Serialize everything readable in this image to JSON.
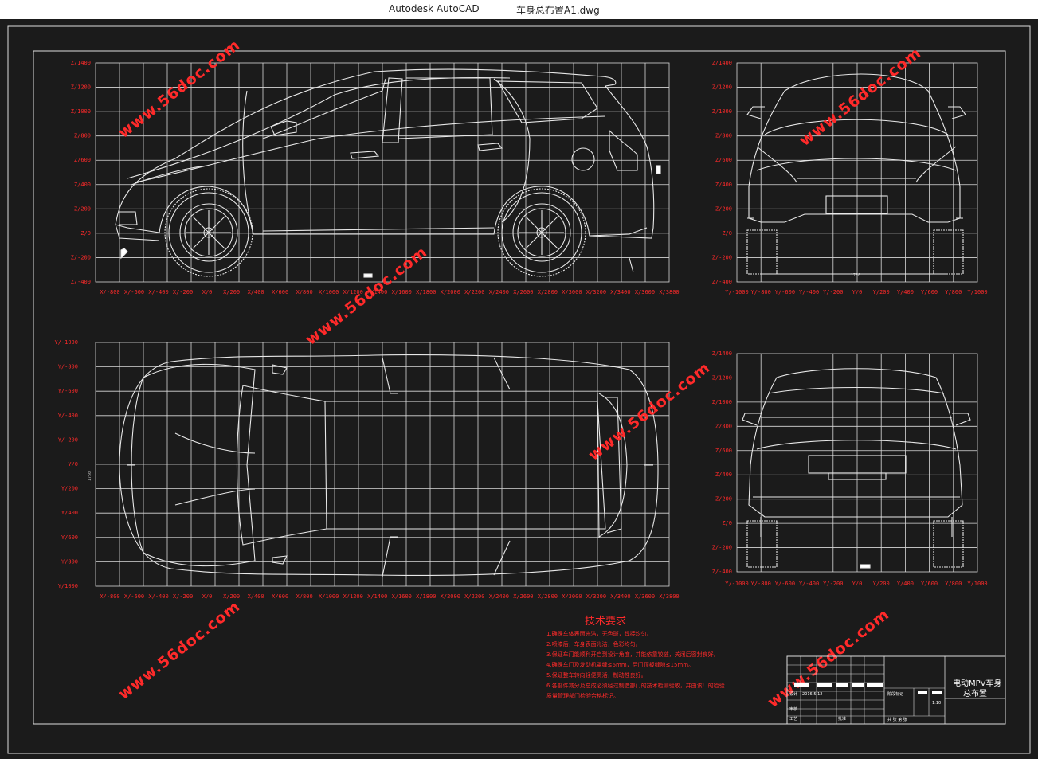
{
  "window": {
    "app_title": "Autodesk AutoCAD",
    "document_title": "车身总布置A1.dwg"
  },
  "watermark_text": "www.56doc.com",
  "side_view": {
    "z_labels": [
      "Z/1400",
      "Z/1200",
      "Z/1000",
      "Z/800",
      "Z/600",
      "Z/400",
      "Z/200",
      "Z/0",
      "Z/-200",
      "Z/-400"
    ],
    "x_labels": [
      "X/-800",
      "X/-600",
      "X/-400",
      "X/-200",
      "X/0",
      "X/200",
      "X/400",
      "X/600",
      "X/800",
      "X/1000",
      "X/1200",
      "X/1400",
      "X/1600",
      "X/1800",
      "X/2000",
      "X/2200",
      "X/2400",
      "X/2600",
      "X/2800",
      "X/3000",
      "X/3200",
      "X/3400",
      "X/3600",
      "X/3800"
    ]
  },
  "front_view": {
    "z_labels": [
      "Z/1400",
      "Z/1200",
      "Z/1000",
      "Z/800",
      "Z/600",
      "Z/400",
      "Z/200",
      "Z/0",
      "Z/-200",
      "Z/-400"
    ],
    "y_labels": [
      "Y/-1000",
      "Y/-800",
      "Y/-600",
      "Y/-400",
      "Y/-200",
      "Y/0",
      "Y/200",
      "Y/400",
      "Y/600",
      "Y/800",
      "Y/1000"
    ],
    "dimension": "1750"
  },
  "top_view": {
    "y_labels": [
      "Y/-1000",
      "Y/-800",
      "Y/-600",
      "Y/-400",
      "Y/-200",
      "Y/0",
      "Y/200",
      "Y/400",
      "Y/600",
      "Y/800",
      "Y/1000"
    ],
    "x_labels": [
      "X/-800",
      "X/-600",
      "X/-400",
      "X/-200",
      "X/0",
      "X/200",
      "X/400",
      "X/600",
      "X/800",
      "X/1000",
      "X/1200",
      "X/1400",
      "X/1600",
      "X/1800",
      "X/2000",
      "X/2200",
      "X/2400",
      "X/2600",
      "X/2800",
      "X/3000",
      "X/3200",
      "X/3400",
      "X/3600",
      "X/3800"
    ],
    "dimension": "1750"
  },
  "rear_view": {
    "z_labels": [
      "Z/1400",
      "Z/1200",
      "Z/1000",
      "Z/800",
      "Z/600",
      "Z/400",
      "Z/200",
      "Z/0",
      "Z/-200",
      "Z/-400"
    ],
    "y_labels": [
      "Y/-1000",
      "Y/-800",
      "Y/-600",
      "Y/-400",
      "Y/-200",
      "Y/0",
      "Y/200",
      "Y/400",
      "Y/600",
      "Y/800",
      "Y/1000"
    ]
  },
  "technical_requirements": {
    "title": "技术要求",
    "items": [
      "1.确保车体表面光洁，无色斑，焊接均匀。",
      "2.喷漆后，车身表面光洁，色彩均匀。",
      "3.保证车门能顺利开启到设计角度，并能依靠铰链，关闭后密封良好。",
      "4.确保车门及发动机罩缝≤6mm，后门顶板缝隙≤15mm。",
      "5.保证整车转向轻便灵活，制动性良好。",
      "6.各部件减分及总成必须经过制造部门的技术检测验收，并由该厂的检验",
      "质量管理部门检验合格标记。"
    ]
  },
  "title_block": {
    "drawing_title_line1": "电动MPV车身",
    "drawing_title_line2": "总布置",
    "stage_mark_label": "阶段标记",
    "scale": "1:10",
    "sheet_label": "共 张 第 张",
    "designer_label": "设计",
    "date": "2016.5.12",
    "checker_label": "审核",
    "process_label": "工艺",
    "approve_label": "批准"
  }
}
